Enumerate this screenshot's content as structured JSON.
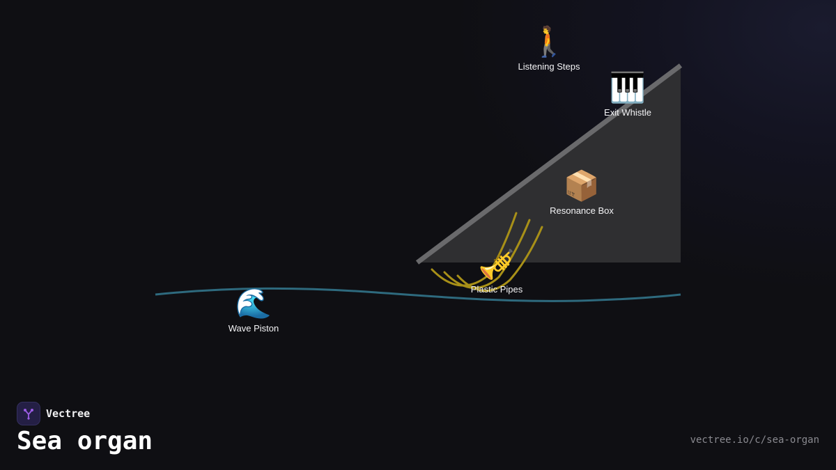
{
  "diagram": {
    "nodes": [
      {
        "id": "listening_steps",
        "label": "Listening Steps",
        "icon": "person-walking-icon",
        "glyph": "🚶"
      },
      {
        "id": "exit_whistle",
        "label": "Exit Whistle",
        "icon": "piano-keyboard-icon",
        "glyph": "🎹"
      },
      {
        "id": "resonance_box",
        "label": "Resonance Box",
        "icon": "package-box-icon",
        "glyph": "📦"
      },
      {
        "id": "plastic_pipes",
        "label": "Plastic Pipes",
        "icon": "trumpet-icon",
        "glyph": "🎺"
      },
      {
        "id": "wave_piston",
        "label": "Wave Piston",
        "icon": "water-wave-icon",
        "glyph": "🌊"
      }
    ],
    "colors": {
      "steps_fill": "#2f2f31",
      "steps_edge": "#6a6a6c",
      "pipes": "#a89018",
      "water": "#2e6a7e"
    }
  },
  "footer": {
    "brand_name": "Vectree",
    "title": "Sea organ",
    "url": "vectree.io/c/sea-organ",
    "logo_color": "#9b5de5"
  }
}
